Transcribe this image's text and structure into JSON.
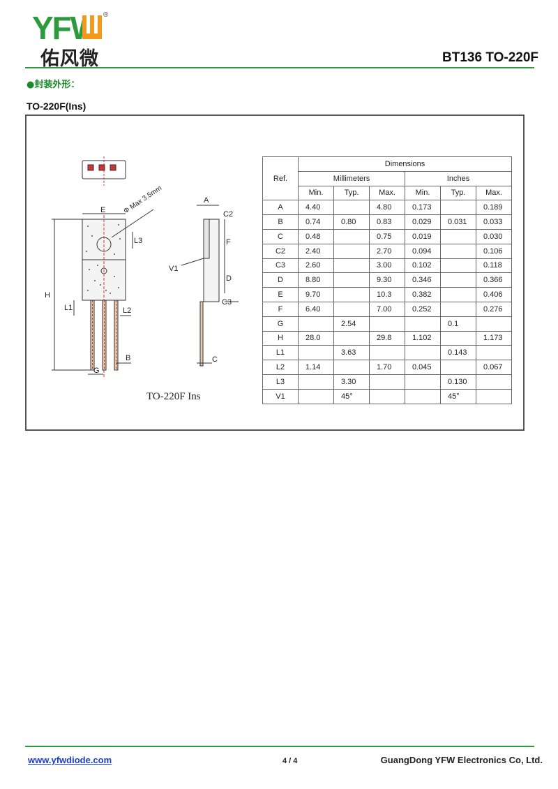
{
  "header": {
    "logo_text": "佑风微",
    "logo_letters": "YFW",
    "registered_mark": "®",
    "doc_title": "BT136  TO-220F"
  },
  "section": {
    "label": "●封装外形：",
    "package_label": "TO-220F(Ins)"
  },
  "drawing": {
    "caption": "TO-220F  Ins",
    "hole_label": "Φ Max 3.5mm",
    "dim_labels": {
      "A": "A",
      "B": "B",
      "C": "C",
      "C2": "C2",
      "C3": "C3",
      "D": "D",
      "E": "E",
      "F": "F",
      "G": "G",
      "H": "H",
      "L1": "L1",
      "L2": "L2",
      "L3": "L3",
      "V1": "V1"
    }
  },
  "table": {
    "caption": "Dimensions",
    "ref_header": "Ref.",
    "group_headers": [
      "Millimeters",
      "Inches"
    ],
    "sub_headers": [
      "Min.",
      "Typ.",
      "Max.",
      "Min.",
      "Typ.",
      "Max."
    ],
    "rows": [
      {
        "ref": "A",
        "cells": [
          "4.40",
          "",
          "4.80",
          "0.173",
          "",
          "0.189"
        ]
      },
      {
        "ref": "B",
        "cells": [
          "0.74",
          "0.80",
          "0.83",
          "0.029",
          "0.031",
          "0.033"
        ]
      },
      {
        "ref": "C",
        "cells": [
          "0.48",
          "",
          "0.75",
          "0.019",
          "",
          "0.030"
        ]
      },
      {
        "ref": "C2",
        "cells": [
          "2.40",
          "",
          "2.70",
          "0.094",
          "",
          "0.106"
        ]
      },
      {
        "ref": "C3",
        "cells": [
          "2.60",
          "",
          "3.00",
          "0.102",
          "",
          "0.118"
        ]
      },
      {
        "ref": "D",
        "cells": [
          "8.80",
          "",
          "9.30",
          "0.346",
          "",
          "0.366"
        ]
      },
      {
        "ref": "E",
        "cells": [
          "9.70",
          "",
          "10.3",
          "0.382",
          "",
          "0.406"
        ]
      },
      {
        "ref": "F",
        "cells": [
          "6.40",
          "",
          "7.00",
          "0.252",
          "",
          "0.276"
        ]
      },
      {
        "ref": "G",
        "cells": [
          "",
          "2.54",
          "",
          "",
          "0.1",
          ""
        ]
      },
      {
        "ref": "H",
        "cells": [
          "28.0",
          "",
          "29.8",
          "1.102",
          "",
          "1.173"
        ]
      },
      {
        "ref": "L1",
        "cells": [
          "",
          "3.63",
          "",
          "",
          "0.143",
          ""
        ]
      },
      {
        "ref": "L2",
        "cells": [
          "1.14",
          "",
          "1.70",
          "0.045",
          "",
          "0.067"
        ]
      },
      {
        "ref": "L3",
        "cells": [
          "",
          "3.30",
          "",
          "",
          "0.130",
          ""
        ]
      },
      {
        "ref": "V1",
        "cells": [
          "",
          "45°",
          "",
          "",
          "45°",
          ""
        ]
      }
    ]
  },
  "footer": {
    "url": "www.yfwdiode.com",
    "page": "4 / 4",
    "company": "GuangDong YFW Electronics Co, Ltd."
  },
  "colors": {
    "brand_green": "#2e9a3e",
    "logo_orange": "#f39a1e",
    "link_blue": "#1a3ec0"
  }
}
